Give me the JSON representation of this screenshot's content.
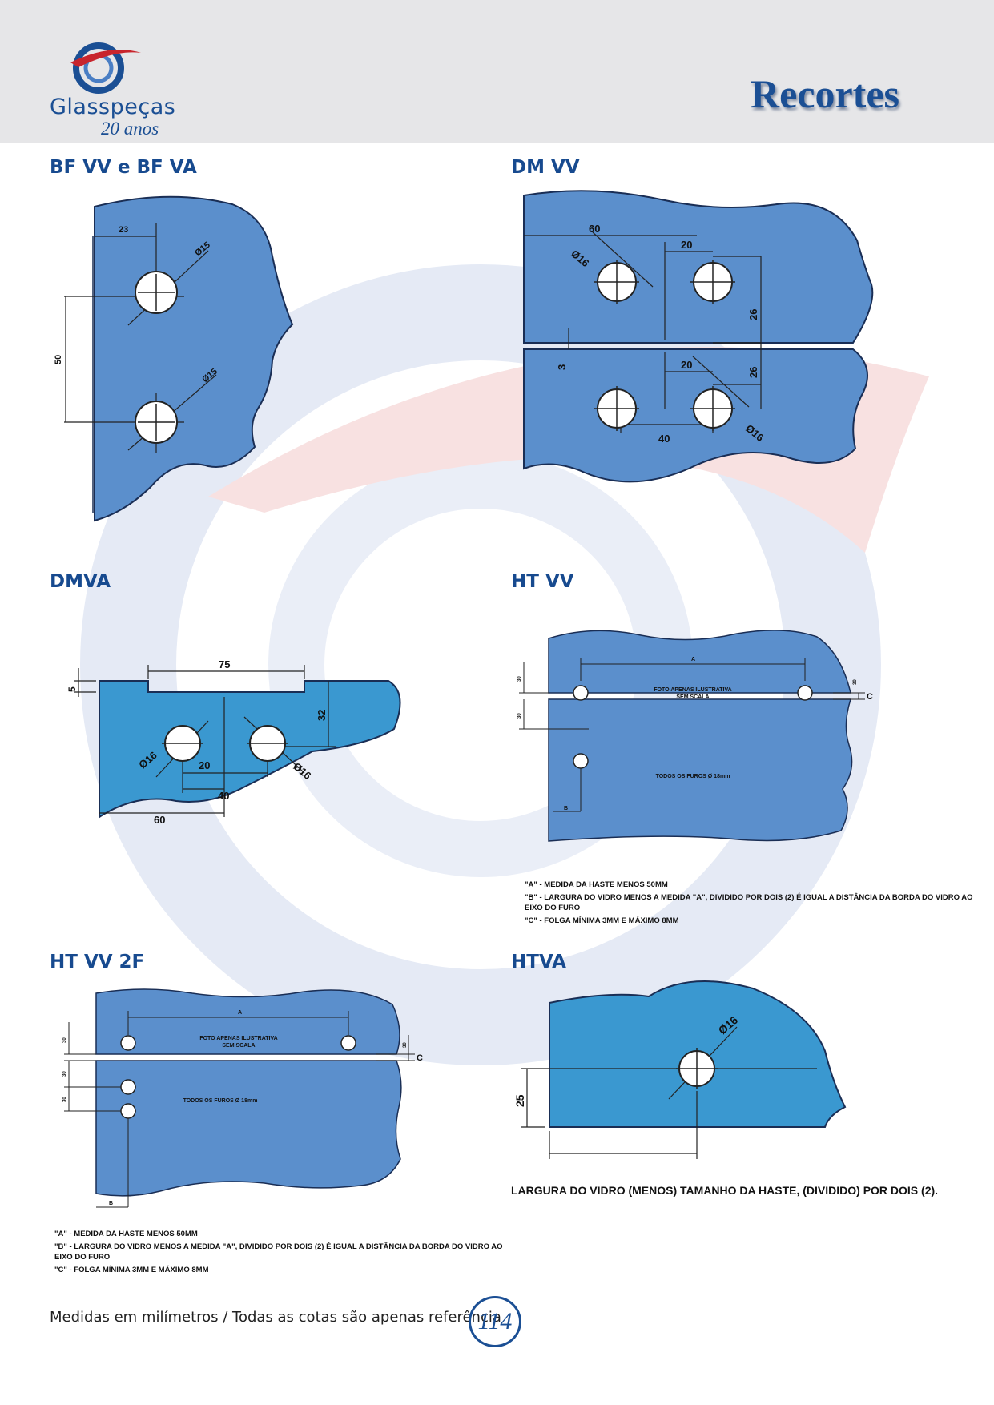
{
  "header": {
    "brand_name": "Glasspeças",
    "brand_tagline": "20 anos",
    "page_title": "Recortes"
  },
  "colors": {
    "glass_blue": "#5b8fcc",
    "glass_cyan": "#3a98d0",
    "brand_blue": "#1b4f94",
    "accent_red": "#c8252d"
  },
  "sections": [
    {
      "title": "BF VV  e BF VA",
      "dims": {
        "d1": "23",
        "d2": "Ø15",
        "d3": "50",
        "d4": "Ø15"
      }
    },
    {
      "title": "DM VV",
      "dims": {
        "d1": "60",
        "d2": "20",
        "d3": "Ø16",
        "d4": "26",
        "d5": "3",
        "d6": "20",
        "d7": "26",
        "d8": "40",
        "d9": "Ø16"
      }
    },
    {
      "title": "DMVA",
      "dims": {
        "d1": "75",
        "d2": "5",
        "d3": "32",
        "d4": "Ø16",
        "d5": "Ø16",
        "d6": "20",
        "d7": "40",
        "d8": "60"
      }
    },
    {
      "title": "HT VV",
      "dims": {
        "a": "A",
        "b": "B",
        "c": "C",
        "t1": "30",
        "t2": "30",
        "t3": "30"
      },
      "texts": {
        "foto": "FOTO APENAS ILUSTRATIVA",
        "scala": "SEM SCALA",
        "furos": "TODOS OS FUROS Ø 18mm"
      },
      "notes": [
        "\"A\" - MEDIDA DA HASTE MENOS 50MM",
        "\"B\" - LARGURA DO VIDRO MENOS A MEDIDA \"A\", DIVIDIDO POR DOIS (2) É IGUAL A DISTÂNCIA DA BORDA DO VIDRO AO EIXO DO FURO",
        "\"C\" - FOLGA MÍNIMA 3MM E MÁXIMO 8MM"
      ]
    },
    {
      "title": "HT VV 2F",
      "dims": {
        "a": "A",
        "b": "B",
        "c": "C",
        "t1": "30",
        "t2": "30",
        "t3": "30",
        "t4": "30"
      },
      "texts": {
        "foto": "FOTO APENAS ILUSTRATIVA",
        "scala": "SEM SCALA",
        "furos": "TODOS OS FUROS Ø 18mm"
      },
      "notes": [
        "\"A\" - MEDIDA DA HASTE MENOS 50MM",
        "\"B\" - LARGURA DO VIDRO MENOS A MEDIDA \"A\", DIVIDIDO POR DOIS (2) É IGUAL A DISTÂNCIA DA BORDA DO VIDRO AO EIXO DO FURO",
        "\"C\" - FOLGA MÍNIMA 3MM E MÁXIMO 8MM"
      ]
    },
    {
      "title": "HTVA",
      "dims": {
        "d1": "Ø16",
        "d2": "25"
      },
      "note": "LARGURA DO VIDRO (MENOS) TAMANHO DA HASTE, (DIVIDIDO) POR DOIS (2)."
    }
  ],
  "footer": {
    "text": "Medidas em milímetros / Todas as cotas são apenas referência",
    "page_number": "114"
  }
}
